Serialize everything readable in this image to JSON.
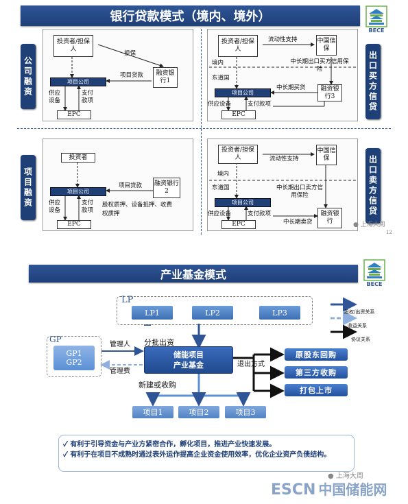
{
  "slide1": {
    "title": "银行贷款模式（境内、境外）",
    "logo": "BECE",
    "page_num": "12",
    "watermark": "上海大周",
    "side_left": [
      "公司融资",
      "项目融资"
    ],
    "side_right": [
      "出口买方信贷",
      "出口卖方信贷"
    ],
    "p1": {
      "investor": "投资者/担保人",
      "guarantee": "担保",
      "project": "项目公司",
      "loan": "项目贷款",
      "bank": "融资银行1",
      "supply": "供应设备",
      "pay": "支付款项",
      "epc": "EPC"
    },
    "p2": {
      "investor": "投资者/担保人",
      "liquidity": "流动性支持",
      "sinosure": "中国信保",
      "insurance": "中长期出口买方信用保险",
      "domestic": "境内",
      "host": "东道国",
      "loan": "中长期买贷",
      "project": "项目公司",
      "bank": "融资银行3",
      "supply": "供应设备",
      "pay": "支付款项",
      "epc": "EPC"
    },
    "p3": {
      "investor": "投资者",
      "project": "项目公司",
      "loan": "项目贷款",
      "bank": "融资银行2",
      "supply": "供应设备",
      "pay": "支付款项",
      "pledge": "股权质押、设备抵押、收费权质押",
      "epc": "EPC"
    },
    "p4": {
      "investor": "投资者/担保人",
      "liquidity": "流动性支持",
      "sinosure": "中国信保",
      "domestic": "境内",
      "host": "东道国",
      "insurance": "中长期出口卖方信用保险",
      "project": "项目公司",
      "supply": "供应设备",
      "pay": "支付款项",
      "epc": "EPC",
      "loan": "中长期卖贷",
      "bank": "融资银行"
    }
  },
  "slide2": {
    "title": "产业基金模式",
    "logo": "BECE",
    "lp_label": "LP",
    "lps": [
      "LP1",
      "LP2",
      "LP3"
    ],
    "gp_label": "GP",
    "gps": "GP1\nGP2",
    "manager": "管理人",
    "fee": "管理费",
    "contribution": "分批出资",
    "fund_line1": "储能项目",
    "fund_line2": "产业基金",
    "exit_ways": "退出方式",
    "exits": [
      "原股东回购",
      "第三方收购",
      "打包上市"
    ],
    "acquire": "新建或收购",
    "projects": [
      "项目1",
      "项目2",
      "项目3"
    ],
    "legend": [
      "股权/出资关系",
      "收益关系",
      "协议关系"
    ],
    "notes": [
      "有利于引导资金与产业方紧密合作，孵化项目，推进产业快速发展。",
      "有利于在项目不成熟时通过表外运作提高企业资金使用效率，优化企业资产负债结构。"
    ],
    "watermark_account": "上海大周",
    "watermark_brand1": "ESCN",
    "watermark_brand2": "中国储能网"
  },
  "colors": {
    "navy": "#1f3f77",
    "blue": "#2f5597",
    "light_blue": "#5b8fd6"
  }
}
